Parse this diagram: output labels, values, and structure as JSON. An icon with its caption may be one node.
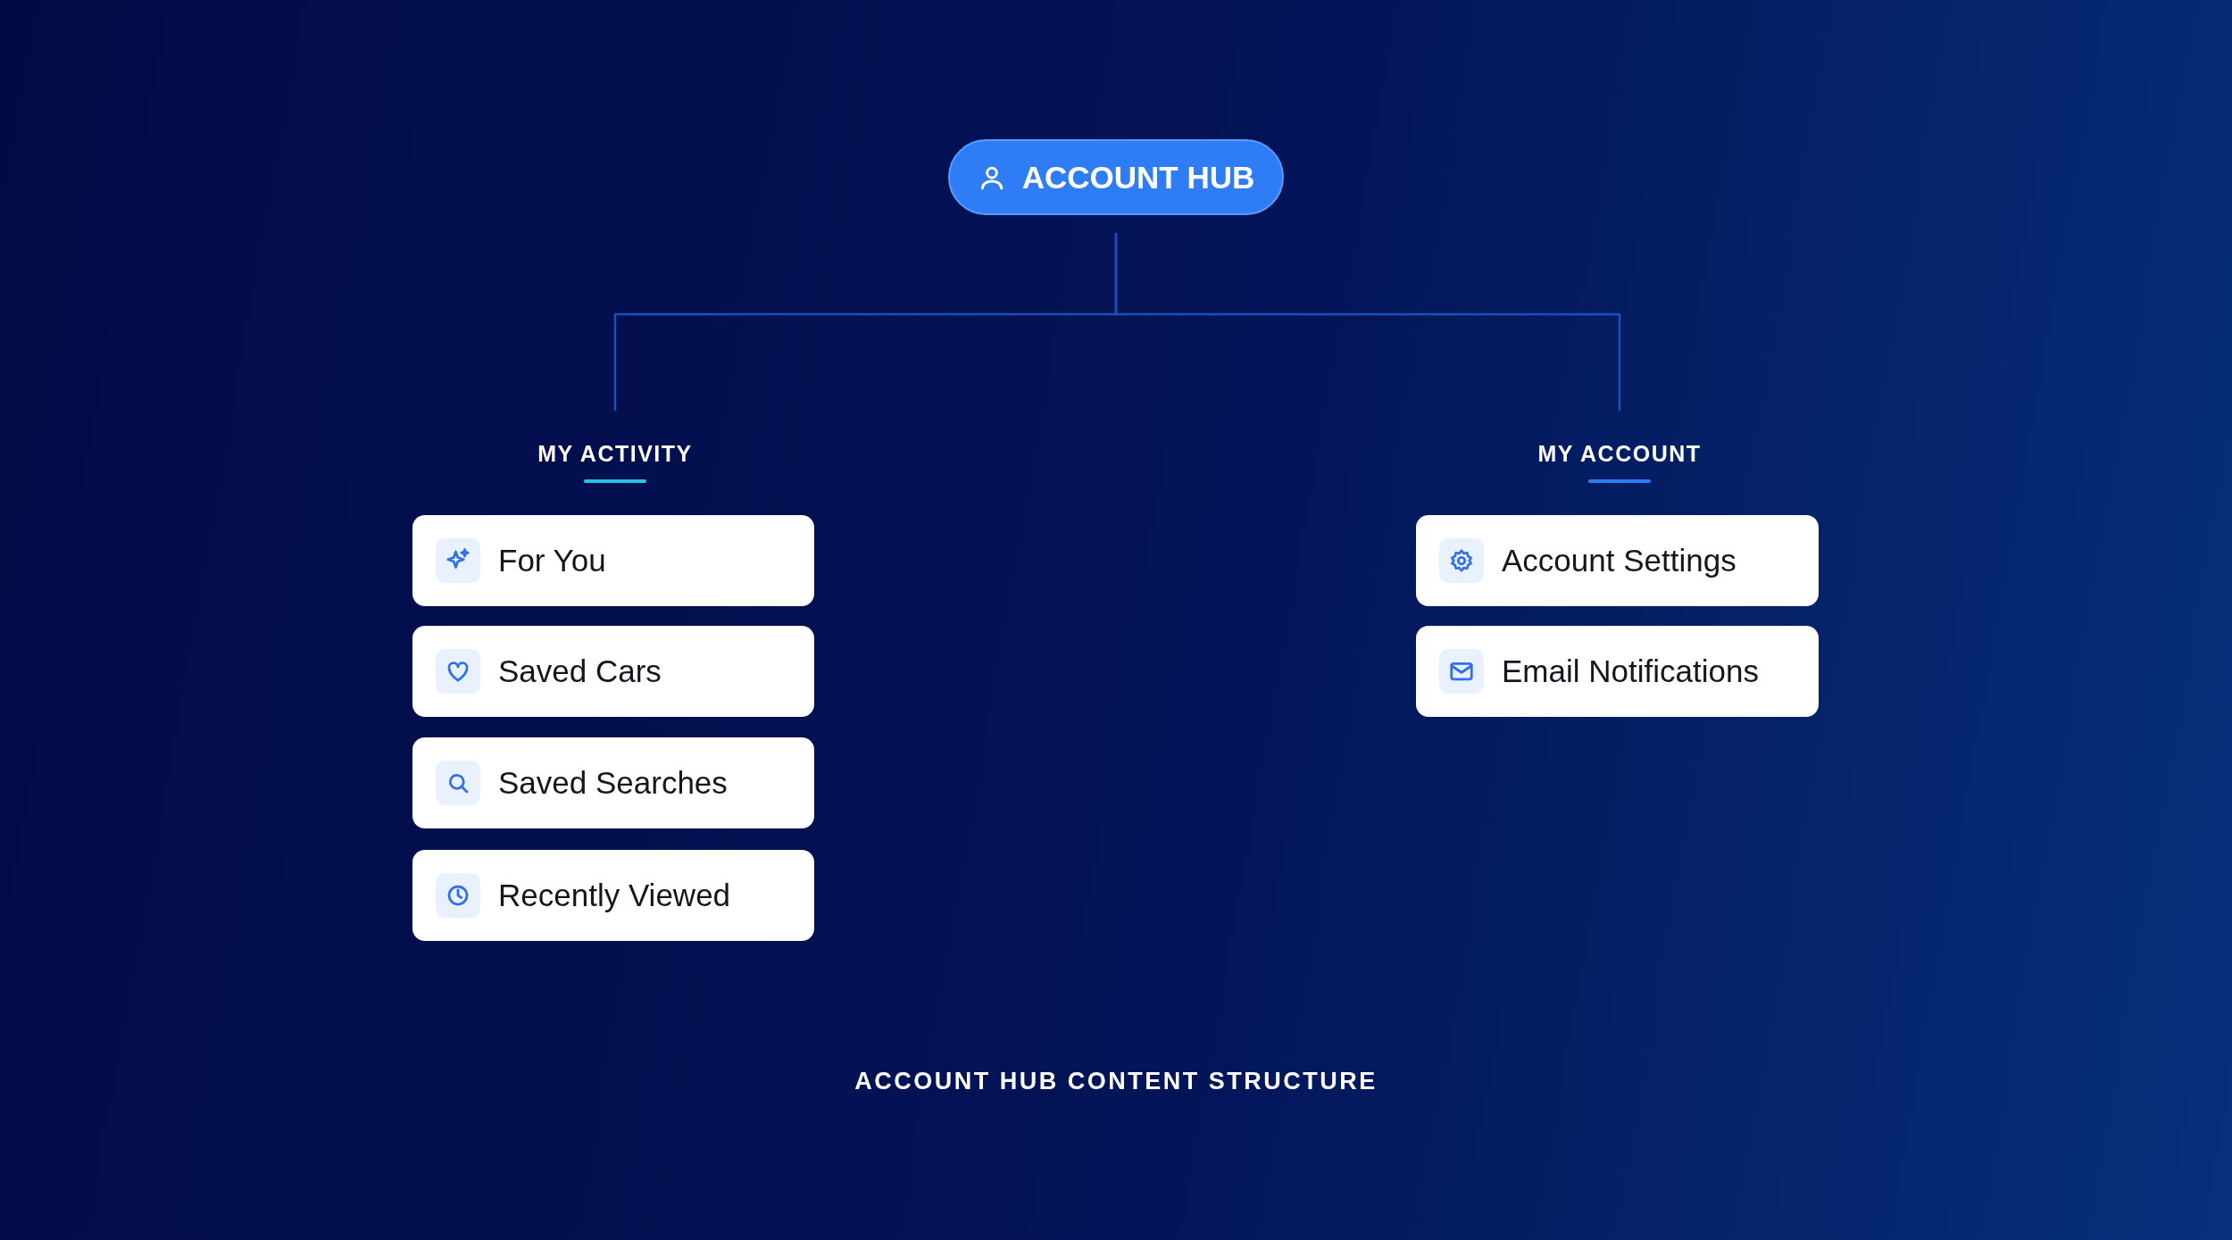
{
  "diagram": {
    "caption": "ACCOUNT HUB CONTENT STRUCTURE",
    "nodes": [
      {
        "text": [
          "ACCOUNT HUB"
        ]
      },
      {
        "text": [
          "MY ACTIVITY"
        ]
      },
      {
        "text": [
          "MY ACCOUNT"
        ]
      },
      {
        "text": [
          "For You"
        ]
      },
      {
        "text": [
          "Saved Cars"
        ]
      },
      {
        "text": [
          "Saved Searches"
        ]
      },
      {
        "text": [
          "Recently Viewed"
        ]
      },
      {
        "text": [
          "Account Settings"
        ]
      },
      {
        "text": [
          "Email Notifications"
        ]
      }
    ],
    "edges": [
      {
        "from": 0,
        "to": 1,
        "arrow": "none"
      },
      {
        "from": 0,
        "to": 2,
        "arrow": "none"
      }
    ]
  }
}
